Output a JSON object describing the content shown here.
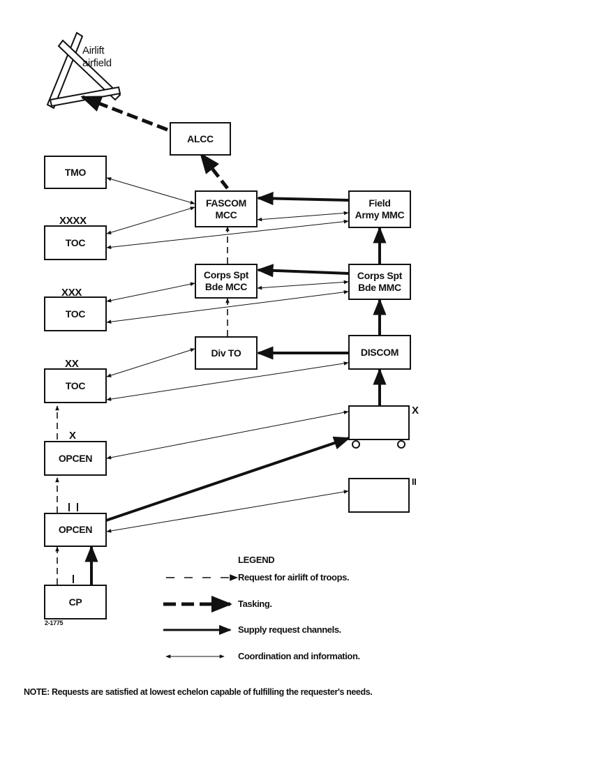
{
  "airfield": {
    "label": "Airlift\nairfield"
  },
  "boxes": {
    "alcc": "ALCC",
    "tmo": "TMO",
    "fascom_mcc": "FASCOM\nMCC",
    "field_army_mmc": "Field\nArmy MMC",
    "toc_xxxx": "TOC",
    "corps_spt_bde_mcc": "Corps Spt\nBde MCC",
    "corps_spt_bde_mmc": "Corps Spt\nBde MMC",
    "toc_xxx": "TOC",
    "div_to": "Div TO",
    "discom": "DISCOM",
    "toc_xx": "TOC",
    "opcen_x": "OPCEN",
    "opcen_bn": "OPCEN",
    "cp": "CP"
  },
  "echelons": {
    "xxxx": "XXXX",
    "xxx": "XXX",
    "xx": "XX",
    "x": "X",
    "x_right": "X",
    "ii": "II"
  },
  "figure_number": "2-1775",
  "legend": {
    "title": "LEGEND",
    "items": [
      {
        "style": "thin-dashed",
        "text": "Request for airlift of troops."
      },
      {
        "style": "thick-dashed",
        "text": "Tasking."
      },
      {
        "style": "thick-solid",
        "text": "Supply request channels."
      },
      {
        "style": "thin-double",
        "text": "Coordination and information."
      }
    ]
  },
  "note": "NOTE: Requests are satisfied at lowest echelon capable of fulfilling the requester's needs."
}
